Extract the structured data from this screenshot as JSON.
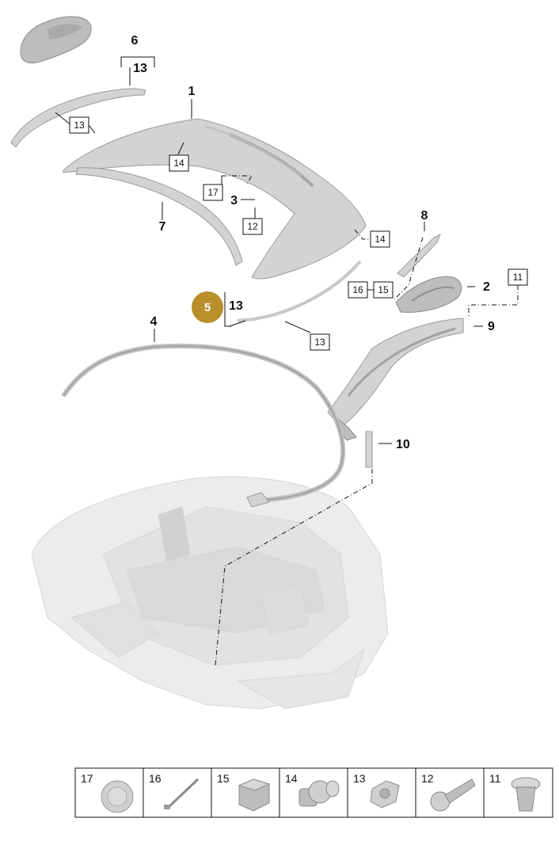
{
  "callouts": {
    "c1": "1",
    "c2": "2",
    "c3": "3",
    "c4": "4",
    "c5": "5",
    "c6": "6",
    "c7": "7",
    "c8": "8",
    "c9": "9",
    "c10": "10",
    "c6_sub": "13",
    "c5_sub": "13"
  },
  "boxed_refs": {
    "b13_top": "13",
    "b14_top": "14",
    "b17": "17",
    "b12": "12",
    "b14_right": "14",
    "b16": "16",
    "b15": "15",
    "b11": "11",
    "b13_bottom": "13"
  },
  "highlight": {
    "label": "5",
    "color": "#b88f2a"
  },
  "legend": {
    "items": [
      {
        "num": "17",
        "icon": "flat-plug-icon"
      },
      {
        "num": "16",
        "icon": "cable-tie-icon"
      },
      {
        "num": "15",
        "icon": "square-nut-icon"
      },
      {
        "num": "14",
        "icon": "expanding-rivet-icon"
      },
      {
        "num": "13",
        "icon": "push-clip-icon"
      },
      {
        "num": "12",
        "icon": "flange-bolt-icon"
      },
      {
        "num": "11",
        "icon": "plastic-grommet-icon"
      }
    ]
  },
  "colors": {
    "part": "#d3d3d3",
    "ghost": "#ececec",
    "line": "#111111",
    "highlight": "#b88f2a"
  }
}
